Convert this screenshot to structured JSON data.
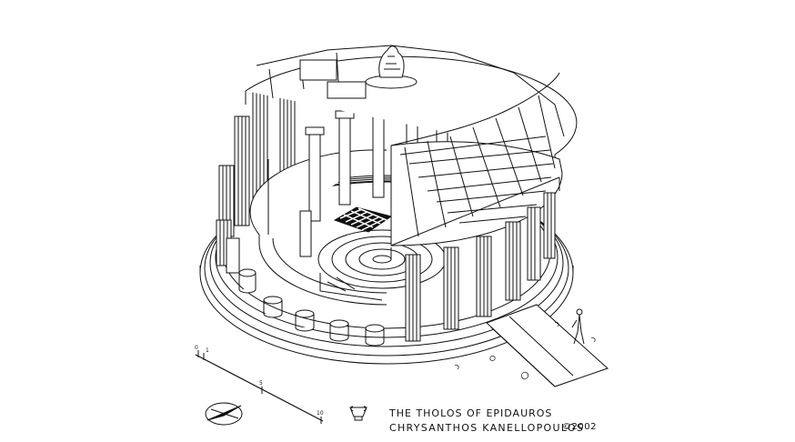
{
  "caption": {
    "title": "THE THOLOS OF EPIDAUROS",
    "author": "CHRYSANTHOS KANELLOPOULOS",
    "copyright": "©2002"
  },
  "scale_bar": {
    "labels": [
      "0",
      "1",
      "5",
      "10"
    ]
  },
  "icons": {
    "compass": "north-arrow-icon",
    "capital": "corinthian-capital-icon",
    "figure": "human-figure-icon"
  },
  "colors": {
    "ink": "#111111",
    "paper": "#ffffff"
  }
}
